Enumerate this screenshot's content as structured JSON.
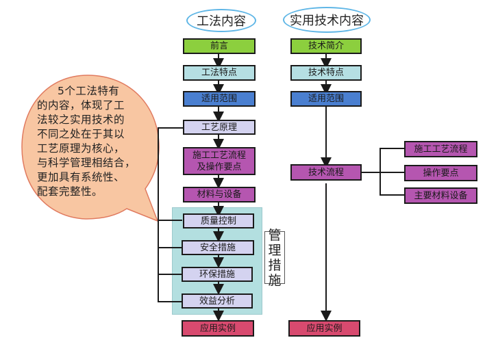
{
  "headers": {
    "left": "工法内容",
    "right": "实用技术内容"
  },
  "left_column": {
    "items": [
      {
        "label": "前言",
        "color": "#8ccf3e"
      },
      {
        "label": "工法特点",
        "color": "#b5dfe3"
      },
      {
        "label": "适用范围",
        "color": "#4a7fd0"
      },
      {
        "label": "工艺原理",
        "color": "#d4d3f0"
      },
      {
        "label": "施工工艺流程及操作要点",
        "line1": "施工工艺流程",
        "line2": "及操作要点",
        "color": "#b556b0"
      },
      {
        "label": "材料与设备",
        "color": "#b556b0"
      },
      {
        "label": "质量控制",
        "color": "#d4d3f0"
      },
      {
        "label": "安全措施",
        "color": "#d4d3f0"
      },
      {
        "label": "环保措施",
        "color": "#d4d3f0"
      },
      {
        "label": "效益分析",
        "color": "#d4d3f0"
      },
      {
        "label": "应用实例",
        "color": "#d84a6f"
      }
    ]
  },
  "right_column": {
    "items": [
      {
        "label": "技术简介",
        "color": "#8ccf3e"
      },
      {
        "label": "技术特点",
        "color": "#b5dfe3"
      },
      {
        "label": "适用范围",
        "color": "#4a7fd0"
      },
      {
        "label": "技术流程",
        "color": "#b556b0"
      },
      {
        "label": "应用实例",
        "color": "#d84a6f"
      }
    ],
    "sub_items": [
      {
        "label": "施工工艺流程"
      },
      {
        "label": "操作要点"
      },
      {
        "label": "主要材料设备"
      }
    ]
  },
  "management_label": {
    "chars": [
      "管",
      "理",
      "措",
      "施"
    ]
  },
  "callout": {
    "lines": [
      "5个工法特有",
      "的内容，体现了工",
      "法较之实用技术的",
      "不同之处在于其以",
      "工艺原理为核心，",
      "与科学管理相结合，",
      "更加具有系统性、",
      "配套完整性。"
    ],
    "fill": "#f8c6a2",
    "stroke": "#e07a5f"
  }
}
